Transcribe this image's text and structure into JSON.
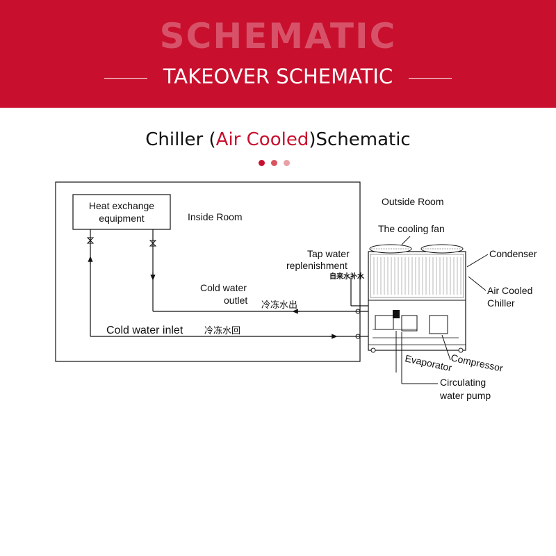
{
  "banner": {
    "title": "SCHEMATIC",
    "subtitle": "TAKEOVER SCHEMATIC"
  },
  "heading": {
    "prefix": "Chiller",
    "open_paren": "(",
    "accent": "Air Cooled",
    "close_paren": ")",
    "suffix": "Schematic"
  },
  "colors": {
    "brand_red": "#c8102e",
    "dot_1": "#c8102e",
    "dot_2": "#d9545f",
    "dot_3": "#e8a0a6"
  },
  "diagram": {
    "heat_exchange_line1": "Heat exchange",
    "heat_exchange_line2": "equipment",
    "inside_room": "Inside Room",
    "outside_room": "Outside Room",
    "cooling_fan": "The cooling fan",
    "tap_water_line1": "Tap water",
    "tap_water_line2": "replenishment",
    "tap_water_cn": "自来水补水",
    "condenser": "Condenser",
    "air_cooled_line1": "Air Cooled",
    "air_cooled_line2": "Chiller",
    "cold_outlet_line1": "Cold water",
    "cold_outlet_line2": "outlet",
    "cold_outlet_cn": "冷冻水出",
    "cold_inlet": "Cold water inlet",
    "cold_inlet_cn": "冷冻水回",
    "evaporator": "Evaporator",
    "compressor": "Compressor",
    "pump_line1": "Circulating",
    "pump_line2": "water pump"
  }
}
